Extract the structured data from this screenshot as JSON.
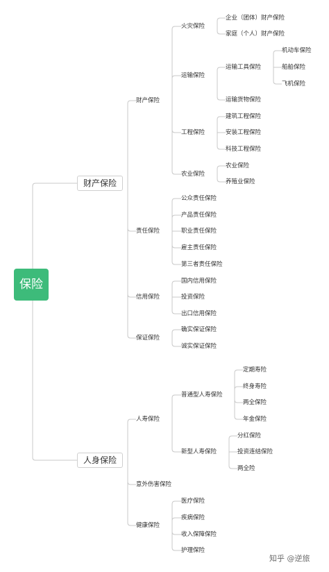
{
  "mindmap": {
    "root": "保险",
    "branches": [
      {
        "label": "财产保险",
        "children": [
          {
            "label": "财产保险",
            "children": [
              {
                "label": "火灾保险",
                "children": [
                  {
                    "label": "企业（团体）财产保险"
                  },
                  {
                    "label": "家庭（个人）财产保险"
                  }
                ]
              },
              {
                "label": "运输保险",
                "children": [
                  {
                    "label": "运输工具保险",
                    "children": [
                      {
                        "label": "机动车保险"
                      },
                      {
                        "label": "船舶保险"
                      },
                      {
                        "label": "飞机保险"
                      }
                    ]
                  },
                  {
                    "label": "运输货物保险"
                  }
                ]
              },
              {
                "label": "工程保险",
                "children": [
                  {
                    "label": "建筑工程保险"
                  },
                  {
                    "label": "安装工程保险"
                  },
                  {
                    "label": "科技工程保险"
                  }
                ]
              },
              {
                "label": "农业保险",
                "children": [
                  {
                    "label": "农业保险"
                  },
                  {
                    "label": "养殖业保险"
                  }
                ]
              }
            ]
          },
          {
            "label": "责任保险",
            "children": [
              {
                "label": "公众责任保险"
              },
              {
                "label": "产品责任保险"
              },
              {
                "label": "职业责任保险"
              },
              {
                "label": "雇主责任保险"
              },
              {
                "label": "第三者责任保险"
              }
            ]
          },
          {
            "label": "信用保险",
            "children": [
              {
                "label": "国内信用保险"
              },
              {
                "label": "投资保险"
              },
              {
                "label": "出口信用保险"
              }
            ]
          },
          {
            "label": "保证保险",
            "children": [
              {
                "label": "确实保证保险"
              },
              {
                "label": "诚实保证保险"
              }
            ]
          }
        ]
      },
      {
        "label": "人身保险",
        "children": [
          {
            "label": "人寿保险",
            "children": [
              {
                "label": "普通型人寿保险",
                "children": [
                  {
                    "label": "定期寿险"
                  },
                  {
                    "label": "终身寿险"
                  },
                  {
                    "label": "两全保险"
                  },
                  {
                    "label": "年金保险"
                  }
                ]
              },
              {
                "label": "新型人寿保险",
                "children": [
                  {
                    "label": "分红保险"
                  },
                  {
                    "label": "投资连结保险"
                  },
                  {
                    "label": "两全险"
                  }
                ]
              }
            ]
          },
          {
            "label": "意外伤害保险"
          },
          {
            "label": "健康保险",
            "children": [
              {
                "label": "医疗保险"
              },
              {
                "label": "疾病保险"
              },
              {
                "label": "收入保障保险"
              },
              {
                "label": "护理保险"
              }
            ]
          }
        ]
      }
    ]
  },
  "watermark": "知乎 @逆旅",
  "colors": {
    "root": "#3dbb7a",
    "line": "#c8c8c8"
  }
}
